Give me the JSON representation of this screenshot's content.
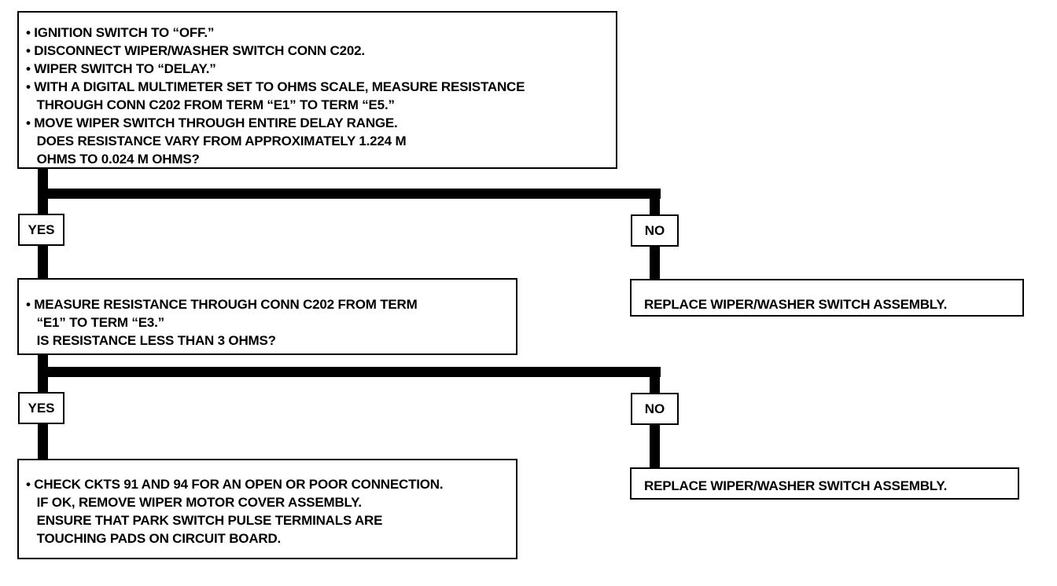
{
  "step1": {
    "lines": [
      "• IGNITION SWITCH TO “OFF.”",
      "• DISCONNECT WIPER/WASHER SWITCH CONN C202.",
      "• WIPER SWITCH TO “DELAY.”",
      "• WITH A DIGITAL MULTIMETER SET TO OHMS SCALE, MEASURE RESISTANCE",
      "   THROUGH CONN C202 FROM TERM “E1” TO TERM “E5.”",
      "• MOVE WIPER SWITCH THROUGH ENTIRE DELAY RANGE.",
      "   DOES RESISTANCE VARY FROM APPROXIMATELY 1.224 M",
      "   OHMS TO 0.024 M OHMS?"
    ]
  },
  "branch1": {
    "yes": "YES",
    "no": "NO"
  },
  "step2": {
    "lines": [
      "• MEASURE RESISTANCE THROUGH CONN C202 FROM TERM",
      "   “E1” TO TERM “E3.”",
      "   IS RESISTANCE LESS THAN 3 OHMS?"
    ]
  },
  "result1": {
    "text": "REPLACE WIPER/WASHER SWITCH ASSEMBLY."
  },
  "branch2": {
    "yes": "YES",
    "no": "NO"
  },
  "step3": {
    "lines": [
      "• CHECK CKTS 91 AND 94 FOR AN OPEN OR POOR CONNECTION.",
      "   IF OK, REMOVE WIPER MOTOR COVER ASSEMBLY.",
      "   ENSURE THAT PARK SWITCH PULSE TERMINALS ARE",
      "   TOUCHING PADS ON CIRCUIT BOARD."
    ]
  },
  "result2": {
    "text": "REPLACE WIPER/WASHER SWITCH ASSEMBLY."
  }
}
